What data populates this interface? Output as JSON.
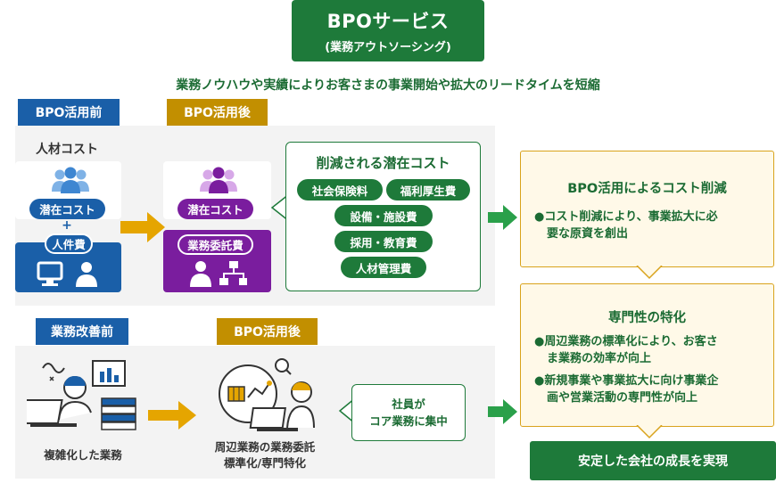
{
  "header": {
    "title": "BPOサービス",
    "subtitle": "(業務アウトソーシング)"
  },
  "tagline": "業務ノウハウや実績によりお客さまの事業開始や拡大のリードタイムを短縮",
  "section1": {
    "before_tab": "BPO活用前",
    "after_tab": "BPO活用後",
    "jinzai_label": "人材コスト",
    "before_latent": "潜在コスト",
    "plus": "+",
    "before_personnel": "人件費",
    "after_latent": "潜在コスト",
    "after_outsource": "業務委託費",
    "reduced_box": {
      "title": "削減される潜在コスト",
      "items": [
        "社会保険料",
        "福利厚生費",
        "設備・施設費",
        "採用・教育費",
        "人材管理費"
      ]
    }
  },
  "section2": {
    "before_tab": "業務改善前",
    "after_tab": "BPO活用後",
    "before_caption": "複雑化した業務",
    "after_caption_line1": "周辺業務の業務委託",
    "after_caption_line2": "標準化/専門特化",
    "bubble_line1": "社員が",
    "bubble_line2": "コア業務に集中"
  },
  "right": {
    "box1": {
      "title": "BPO活用によるコスト削減",
      "line1": "●コスト削減により、事業拡大に必",
      "line2": "要な原資を創出"
    },
    "box2": {
      "title": "専門性の特化",
      "line1": "●周辺業務の標準化により、お客さ",
      "line2": "ま業務の効率が向上",
      "line3": "●新規事業や事業拡大に向け事業企",
      "line4": "画や営業活動の専門性が向上"
    },
    "final": "安定した会社の成長を実現"
  },
  "colors": {
    "green": "#1e7a3a",
    "blue": "#1a5fa8",
    "gold": "#c28f00",
    "purple": "#7a1d9e",
    "arrow_green": "#2aa04a",
    "arrow_gold": "#e5a500"
  }
}
